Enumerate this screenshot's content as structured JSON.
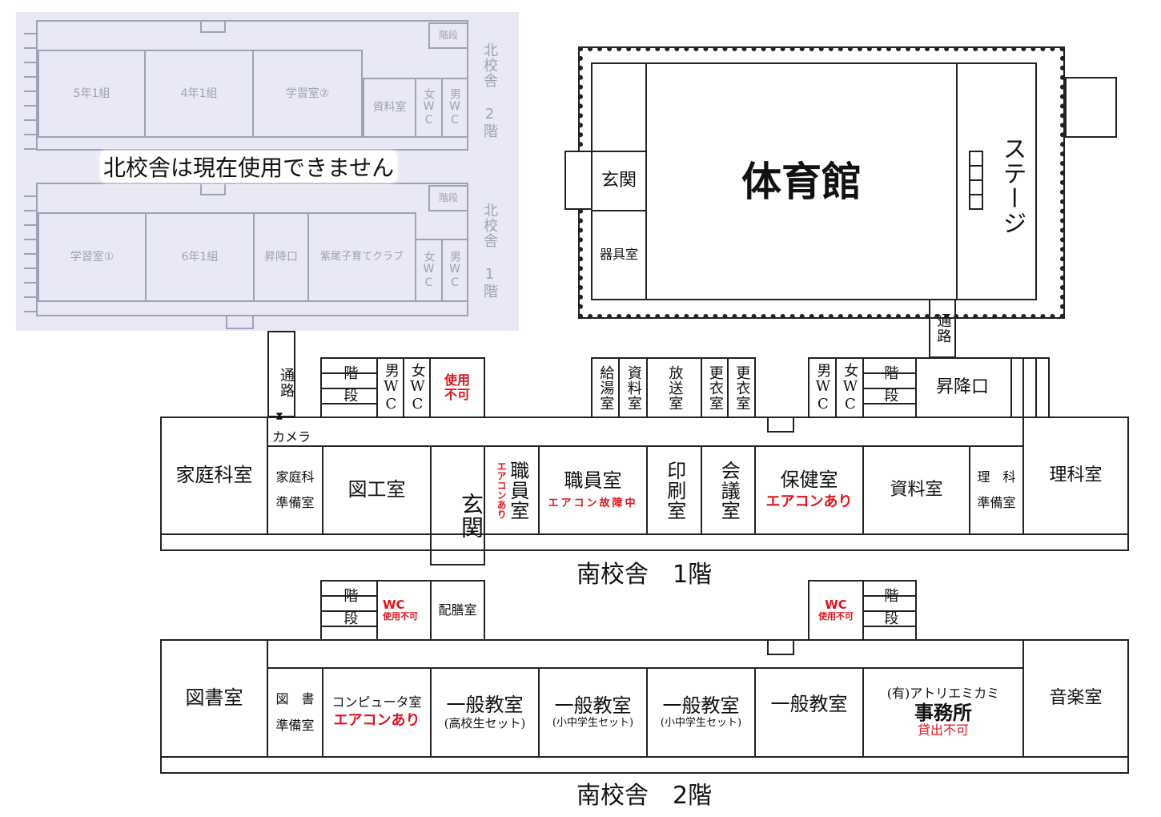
{
  "north": {
    "notice": "北校舎は現在使用できません",
    "f2": {
      "label": "北校舎 2階",
      "rooms": [
        "5年1組",
        "4年1組",
        "学習室②",
        "資料室",
        "女WC",
        "男WC"
      ],
      "stairs": "階段"
    },
    "f1": {
      "label": "北校舎 1階",
      "rooms": [
        "学習室①",
        "6年1組",
        "昇降口",
        "紫尾子育てクラブ",
        "女WC",
        "男WC"
      ],
      "stairs": "階段"
    }
  },
  "gym": {
    "title": "体育館",
    "entrance": "玄関",
    "equipment": "器具室",
    "stage": "ステージ",
    "passage": "通路"
  },
  "south1": {
    "caption": "南校舎　1階",
    "passage": "通路",
    "camera": "カメラ",
    "upper": {
      "stairs": "階段",
      "male_wc": "男WC",
      "female_wc": "女WC",
      "unusable": "使用不可",
      "kitchen": "給湯室",
      "archive": "資料室",
      "broadcast": "放送室",
      "locker1": "更衣室",
      "locker2": "更衣室",
      "male_wc2": "男WC",
      "female_wc2": "女WC",
      "stairs2": "階段",
      "shoe": "昇降口"
    },
    "rooms": {
      "home_ec": "家庭科室",
      "home_ec_prep1": "家庭科",
      "home_ec_prep2": "準備室",
      "art": "図工室",
      "entrance": "玄関",
      "staff_small": "職員室",
      "staff_small_note": "エアコンあり",
      "staff": "職員室",
      "staff_note": "エアコン故障中",
      "print": "印刷室",
      "meeting": "会議室",
      "health": "保健室",
      "health_note": "エアコンあり",
      "archive": "資料室",
      "sci_prep1": "理　科",
      "sci_prep2": "準備室",
      "science": "理科室"
    }
  },
  "south2": {
    "caption": "南校舎　2階",
    "upper": {
      "stairs": "階段",
      "wc1": "WC",
      "wc1_note": "使用不可",
      "serving": "配膳室",
      "wc2": "WC",
      "wc2_note": "使用不可",
      "stairs2": "階段"
    },
    "rooms": {
      "library": "図書室",
      "lib_prep1": "図　書",
      "lib_prep2": "準備室",
      "computer": "コンピュータ室",
      "computer_note": "エアコンあり",
      "c1": "一般教室",
      "c1_note": "(高校生セット)",
      "c2": "一般教室",
      "c2_note": "(小中学生セット)",
      "c3": "一般教室",
      "c3_note": "(小中学生セット)",
      "c4": "一般教室",
      "office_co": "(有)アトリエミカミ",
      "office": "事務所",
      "office_note": "貸出不可",
      "music": "音楽室"
    }
  }
}
